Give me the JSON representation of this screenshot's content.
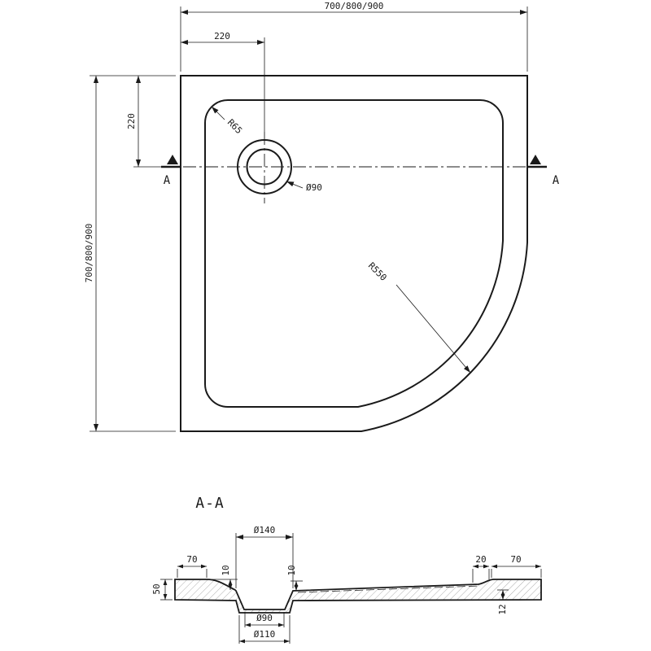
{
  "drawing": {
    "top_view": {
      "width_dim": "700/800/900",
      "height_dim": "700/800/900",
      "drain_offset_x": "220",
      "drain_offset_y": "220",
      "corner_radius": "R65",
      "main_radius": "R550",
      "drain_diameter": "Ø90",
      "section_marker_left": "A",
      "section_marker_right": "A"
    },
    "section": {
      "title": "A-A",
      "drain_top_diameter": "Ø140",
      "flange_left": "70",
      "step_left": "10",
      "step_right": "10",
      "edge_inset": "20",
      "flange_right": "70",
      "height_left": "50",
      "height_right": "12",
      "drain_mid_diameter": "Ø90",
      "drain_bottom_diameter": "Ø110"
    }
  }
}
